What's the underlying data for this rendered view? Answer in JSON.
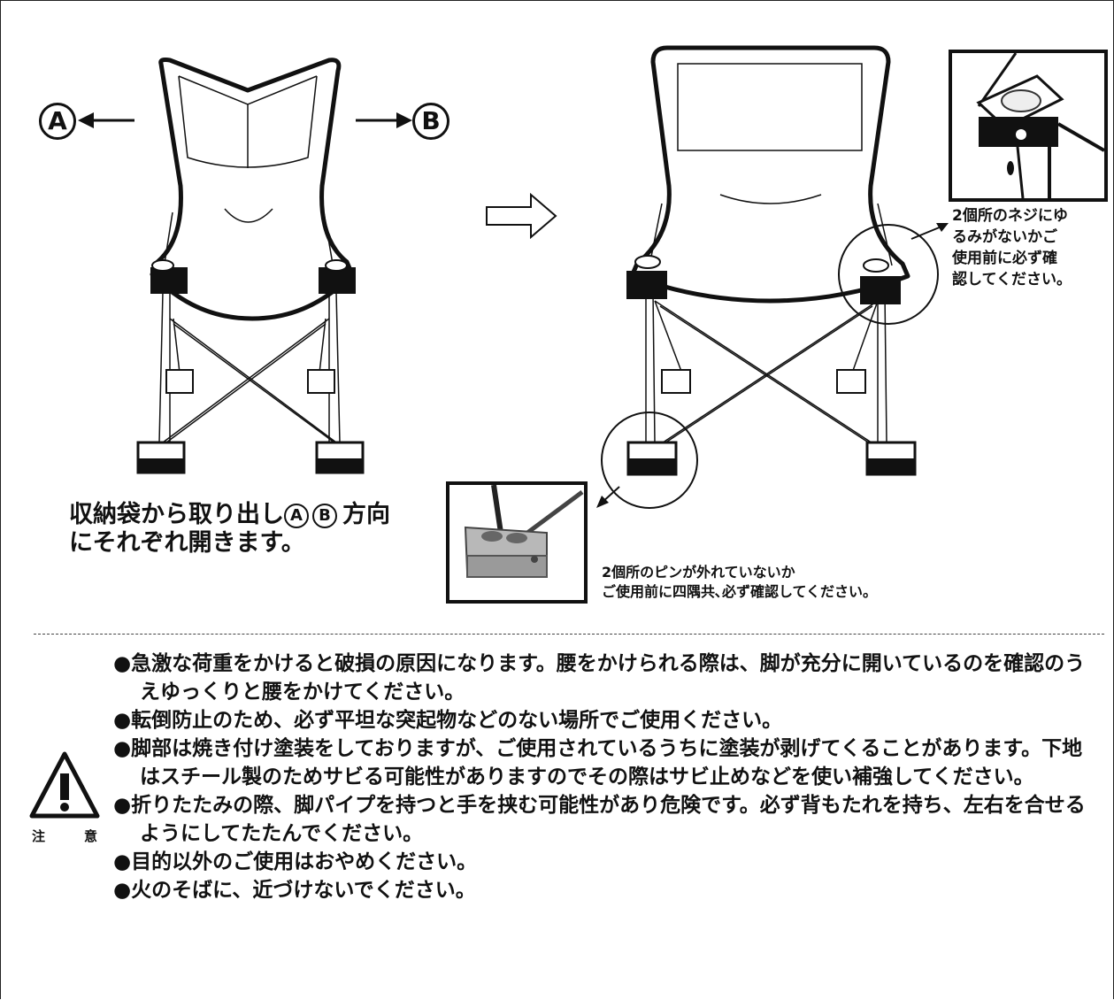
{
  "figure_labels": {
    "arrow_a": "A",
    "arrow_b": "B"
  },
  "main_caption": {
    "line1_prefix": "収納袋から取り出し",
    "label_a": "A",
    "label_b": "B",
    "line1_suffix": "方向",
    "line2": "にそれぞれ開きます。"
  },
  "screw_note": {
    "lines": [
      "2個所のネジにゆ",
      "るみがないかご",
      "使用前に必ず確",
      "認してください。"
    ]
  },
  "pin_note": {
    "lines": [
      "2個所のピンが外れていないか",
      "ご使用前に四隅共､必ず確認してください。"
    ]
  },
  "caution_label": {
    "char1": "注",
    "char2": "意"
  },
  "cautions": [
    "●急激な荷重をかけると破損の原因になります。腰をかけられる際は、脚が充分に開いているのを確認のうえゆっくりと腰をかけてください。",
    "●転倒防止のため、必ず平坦な突起物などのない場所でご使用ください。",
    "●脚部は焼き付け塗装をしておりますが、ご使用されているうちに塗装が剥げてくることがあります。下地はスチール製のためサビる可能性がありますのでその際はサビ止めなどを使い補強してください。",
    "●折りたたみの際、脚パイプを持つと手を挟む可能性があり危険です。必ず背もたれを持ち、左右を合せるようにしてたたんでください。",
    "●目的以外のご使用はおやめください。",
    "●火のそばに、近づけないでください。"
  ]
}
